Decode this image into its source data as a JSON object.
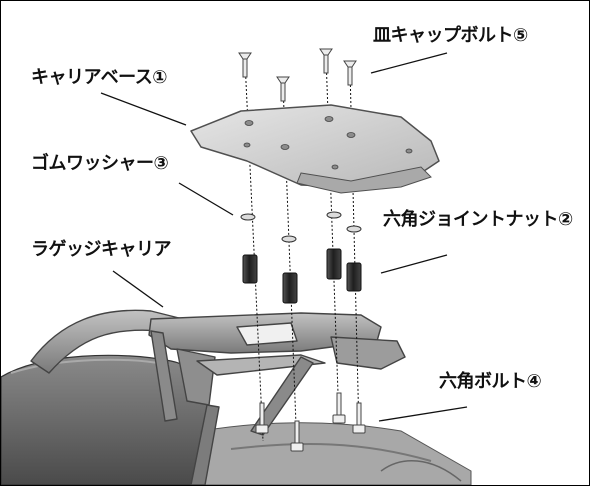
{
  "labels": {
    "flat_cap_bolt": "皿キャップボルト⑤",
    "carrier_base": "キャリアベース①",
    "rubber_washer": "ゴムワッシャー③",
    "hex_joint_nut": "六角ジョイントナット②",
    "luggage_carrier": "ラゲッジキャリア",
    "hex_bolt": "六角ボルト④"
  },
  "colors": {
    "plate": "#d4d4d4",
    "plate_edge": "#505050",
    "nut": "#2b2b2b",
    "carrier": "#9a9a9a",
    "seat": "#6e6e6e",
    "leader": "#111111"
  }
}
